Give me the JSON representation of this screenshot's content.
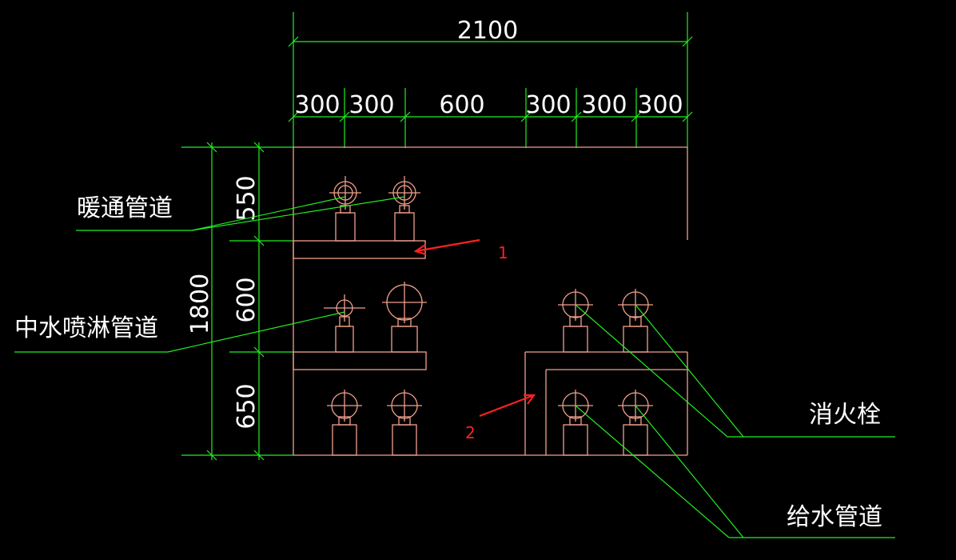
{
  "dimensions": {
    "overall_width": "2100",
    "segments": [
      "300",
      "300",
      "600",
      "300",
      "300",
      "300"
    ],
    "overall_height": "1800",
    "rows": [
      "550",
      "600",
      "650"
    ]
  },
  "labels": {
    "hvac": "暖通管道",
    "reclaimed_sprinkler": "中水喷淋管道",
    "hydrant": "消火栓",
    "water_supply": "给水管道"
  },
  "markers": {
    "marker_1": "1",
    "marker_2": "2"
  },
  "colors": {
    "dimension": "#22ee22",
    "structure": "#f2a08c",
    "marker": "#ff2020",
    "text": "#ffffff",
    "background": "#000000"
  }
}
